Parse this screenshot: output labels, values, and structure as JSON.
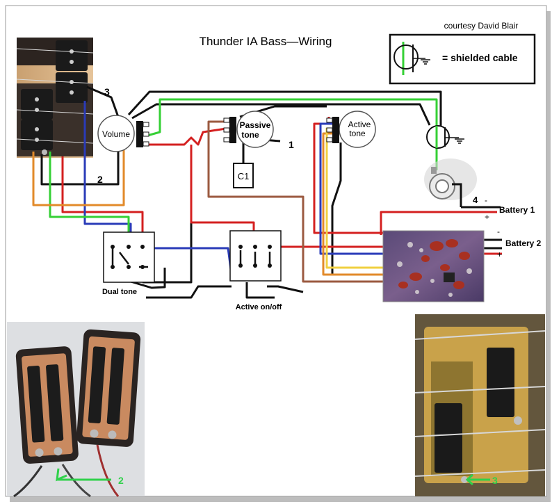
{
  "title": "Thunder IA Bass—Wiring",
  "credit": "courtesy David Blair",
  "legend": {
    "text": "= shielded cable"
  },
  "labels": {
    "volume": "Volume",
    "passive_tone_1": "Passive",
    "passive_tone_2": "tone",
    "active_tone_1": "Active",
    "active_tone_2": "tone",
    "capacitor": "C1",
    "dual_tone": "Dual tone",
    "active_onoff": "Active on/off",
    "battery1": "Battery 1",
    "battery2": "Battery 2",
    "plus": "+",
    "minus": "-"
  },
  "points": {
    "p1": "1",
    "p2": "2",
    "p3": "3",
    "p4": "4"
  },
  "photo_callouts": {
    "left": "2",
    "right": "3"
  },
  "colors": {
    "black": "#111111",
    "red": "#d42020",
    "blue": "#2a3bb8",
    "green": "#35d035",
    "orange": "#e28a2a",
    "yellow": "#f0d040",
    "brown": "#9b5a40",
    "photo_green": "#2fd14a"
  }
}
